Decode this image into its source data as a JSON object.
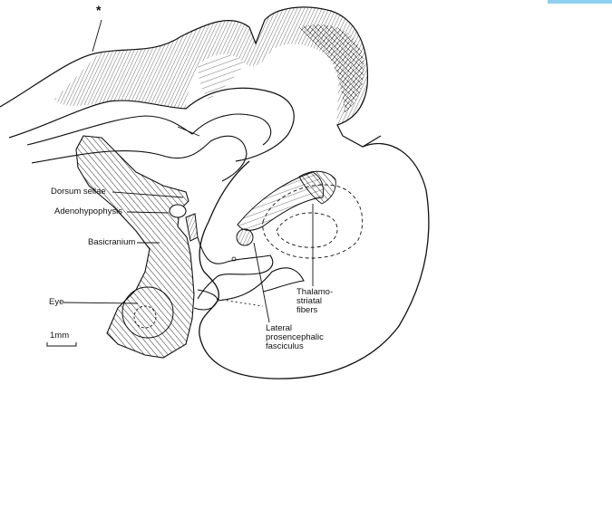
{
  "figure": {
    "marker": "*",
    "labels": {
      "dorsum_sellae": "Dorsum sellae",
      "adenohypophysis": "Adenohypophysis",
      "basicranium": "Basicranium",
      "eye": "Eye",
      "thalamostriatal": "Thalamo-\nstriatal\nfibers",
      "lateral_fasciculus": "Lateral\nprosencephalic\nfasciculus"
    },
    "scale_bar_label": "1mm"
  },
  "colors": {
    "line": "#111111",
    "accent_bar": "#8fd0f0"
  }
}
